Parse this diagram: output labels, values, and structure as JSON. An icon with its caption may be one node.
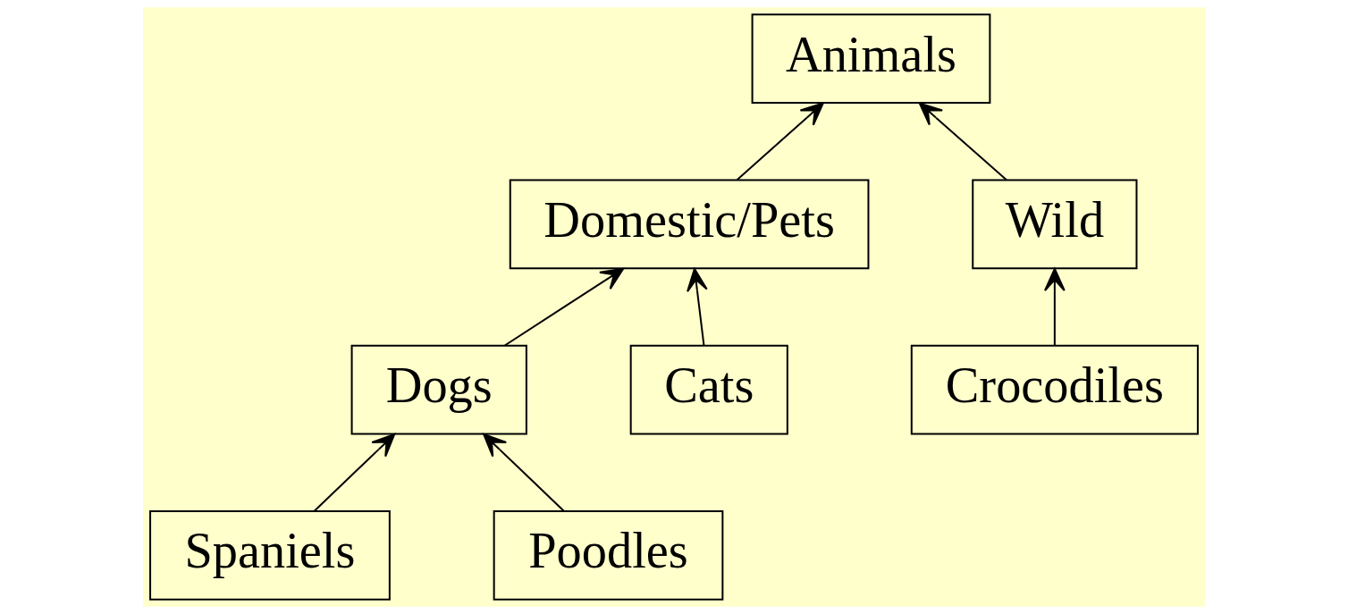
{
  "diagram": {
    "nodes": [
      {
        "text": [
          "Animals"
        ]
      },
      {
        "text": [
          "Domestic/Pets"
        ]
      },
      {
        "text": [
          "Wild"
        ]
      },
      {
        "text": [
          "Dogs"
        ]
      },
      {
        "text": [
          "Cats"
        ]
      },
      {
        "text": [
          "Crocodiles"
        ]
      },
      {
        "text": [
          "Spaniels"
        ]
      },
      {
        "text": [
          "Poodles"
        ]
      }
    ],
    "edges": [
      {
        "from": 1,
        "to": 0,
        "arrow": "to"
      },
      {
        "from": 2,
        "to": 0,
        "arrow": "to"
      },
      {
        "from": 3,
        "to": 1,
        "arrow": "to"
      },
      {
        "from": 4,
        "to": 1,
        "arrow": "to"
      },
      {
        "from": 5,
        "to": 2,
        "arrow": "to"
      },
      {
        "from": 6,
        "to": 3,
        "arrow": "to"
      },
      {
        "from": 7,
        "to": 3,
        "arrow": "to"
      }
    ]
  }
}
